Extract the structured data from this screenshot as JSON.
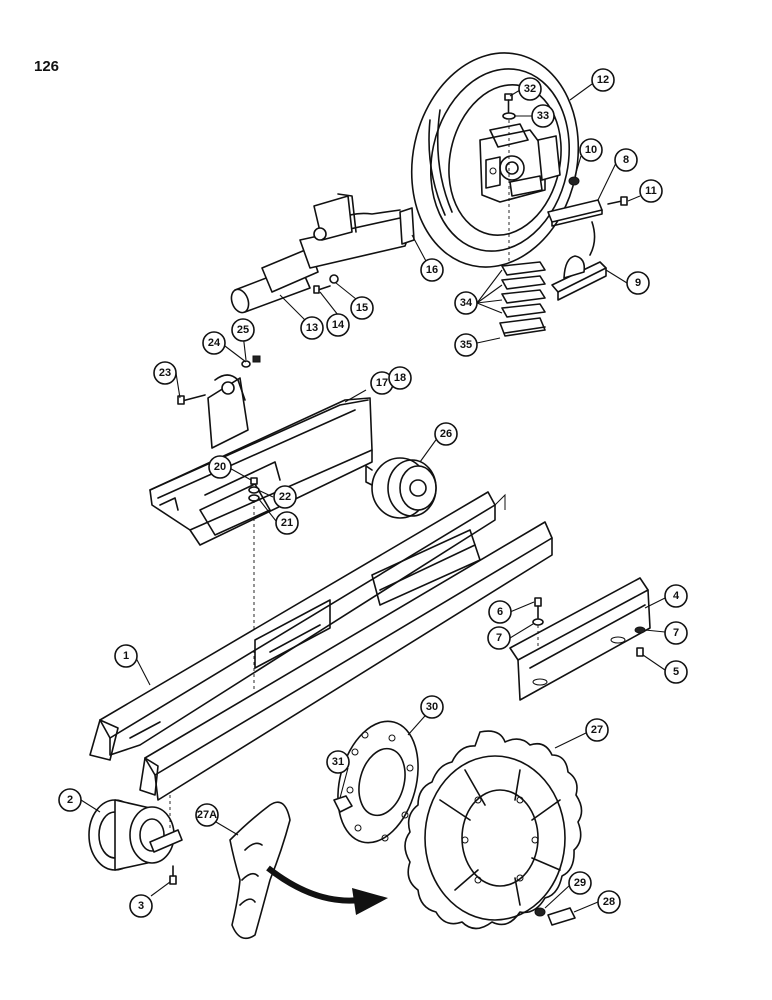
{
  "page": {
    "number": "126"
  },
  "callouts": {
    "c1": "1",
    "c2": "2",
    "c3": "3",
    "c4": "4",
    "c5": "5",
    "c6": "6",
    "c7a": "7",
    "c7b": "7",
    "c8": "8",
    "c9": "9",
    "c10": "10",
    "c11": "11",
    "c12": "12",
    "c13": "13",
    "c14": "14",
    "c15": "15",
    "c16": "16",
    "c17": "17",
    "c18": "18",
    "c20": "20",
    "c21": "21",
    "c22": "22",
    "c23": "23",
    "c24": "24",
    "c25": "25",
    "c26": "26",
    "c27": "27",
    "c27a": "27A",
    "c28": "28",
    "c29": "29",
    "c30": "30",
    "c31": "31",
    "c32": "32",
    "c33": "33",
    "c34": "34",
    "c35": "35"
  }
}
